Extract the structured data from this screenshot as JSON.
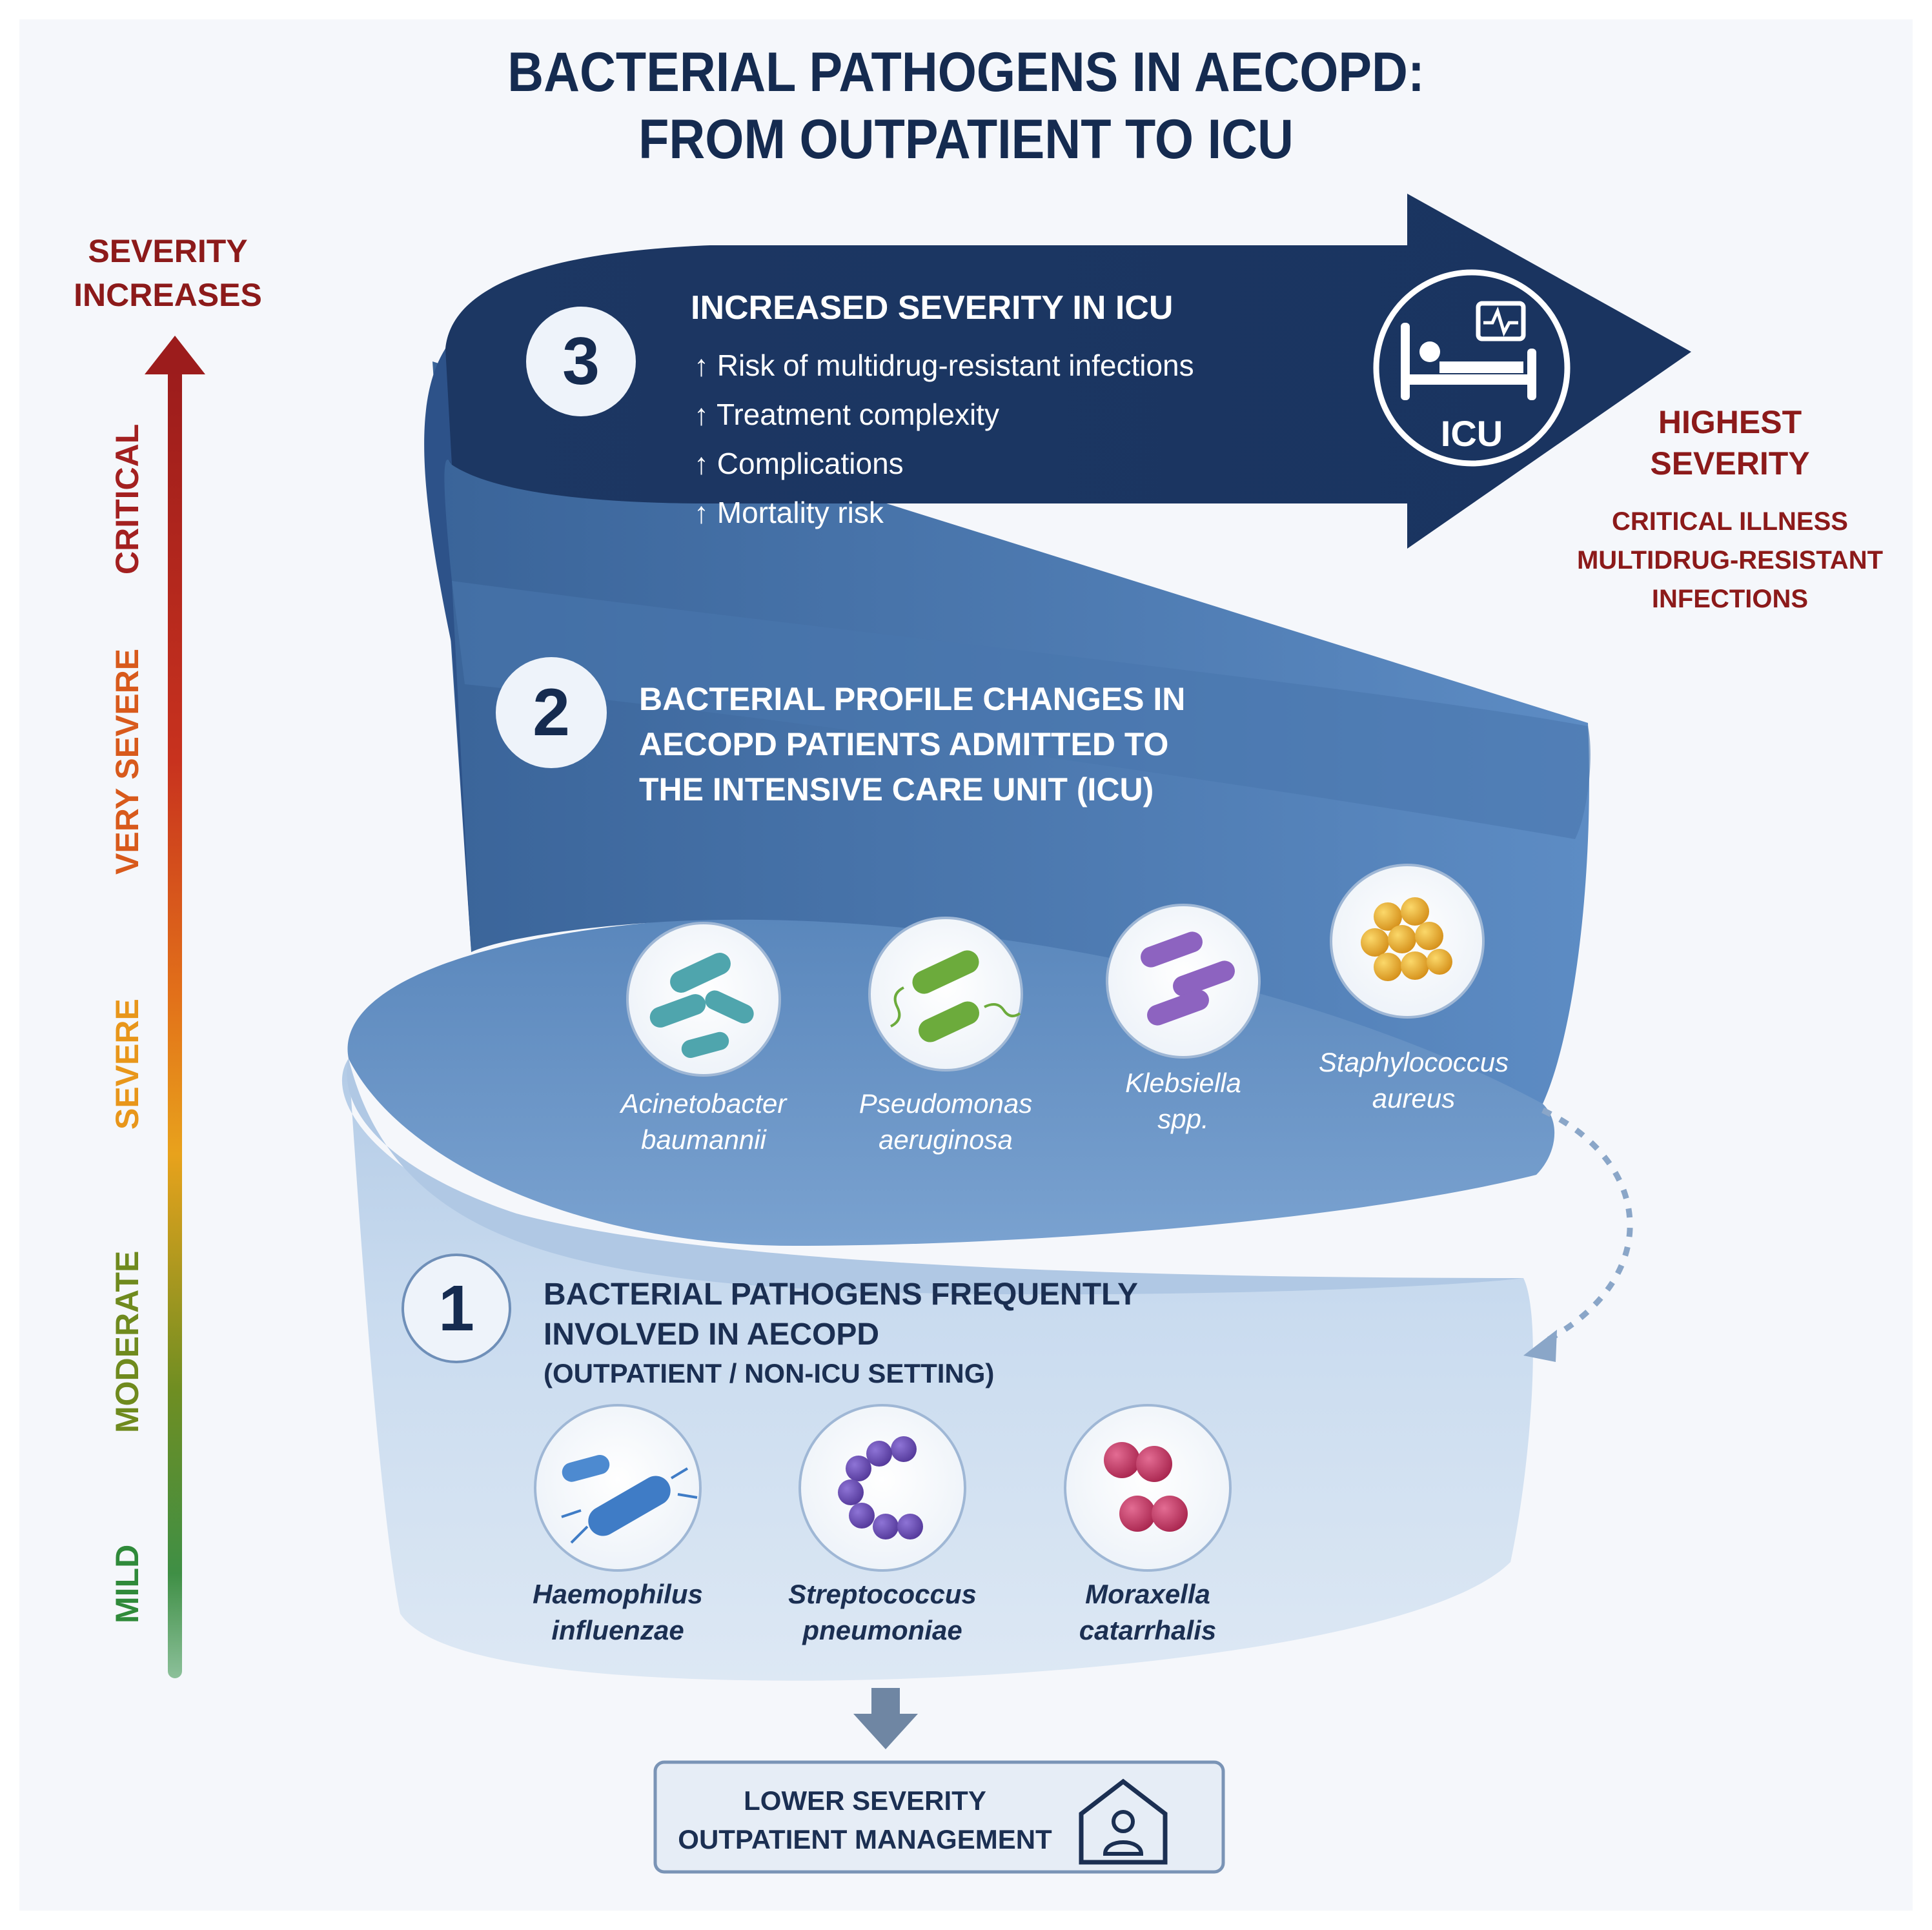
{
  "title": {
    "line1": "BACTERIAL PATHOGENS IN AECOPD:",
    "line2": "FROM OUTPATIENT TO ICU"
  },
  "severity_axis": {
    "label_line1": "SEVERITY",
    "label_line2": "INCREASES",
    "levels": [
      {
        "label": "CRITICAL",
        "color": "#a32020"
      },
      {
        "label": "VERY SEVERE",
        "color": "#d85a1c"
      },
      {
        "label": "SEVERE",
        "color": "#e8961a"
      },
      {
        "label": "MODERATE",
        "color": "#6f8a1e"
      },
      {
        "label": "MILD",
        "color": "#2f8a3a"
      }
    ]
  },
  "stage3": {
    "number": "3",
    "heading": "INCREASED SEVERITY IN ICU",
    "bullets": [
      "↑ Risk of multidrug-resistant infections",
      "↑ Treatment complexity",
      "↑ Complications",
      "↑ Mortality risk"
    ],
    "icon_label": "ICU",
    "icon": "hospital-bed-monitor-icon"
  },
  "highest": {
    "title_line1": "HIGHEST",
    "title_line2": "SEVERITY",
    "desc_line1": "CRITICAL ILLNESS",
    "desc_line2": "MULTIDRUG-RESISTANT",
    "desc_line3": "INFECTIONS"
  },
  "stage2": {
    "number": "2",
    "heading_line1": "BACTERIAL PROFILE CHANGES IN",
    "heading_line2": "AECOPD PATIENTS ADMITTED TO",
    "heading_line3": "THE INTENSIVE CARE UNIT (ICU)",
    "pathogens": [
      {
        "line1": "Acinetobacter",
        "line2": "baumannii",
        "icon": "rod-bacteria-teal-icon"
      },
      {
        "line1": "Pseudomonas",
        "line2": "aeruginosa",
        "icon": "flagellated-rod-green-icon"
      },
      {
        "line1": "Klebsiella",
        "line2": "spp.",
        "icon": "rod-bacteria-purple-icon"
      },
      {
        "line1": "Staphylococcus",
        "line2": "aureus",
        "icon": "cocci-cluster-gold-icon"
      }
    ]
  },
  "stage1": {
    "number": "1",
    "heading_line1": "BACTERIAL PATHOGENS FREQUENTLY",
    "heading_line2": "INVOLVED IN AECOPD",
    "subheading": "(OUTPATIENT / NON-ICU SETTING)",
    "pathogens": [
      {
        "line1": "Haemophilus",
        "line2": "influenzae",
        "icon": "rod-bacteria-blue-icon"
      },
      {
        "line1": "Streptococcus",
        "line2": "pneumoniae",
        "icon": "cocci-chain-purple-icon"
      },
      {
        "line1": "Moraxella",
        "line2": "catarrhalis",
        "icon": "diplococci-pink-icon"
      }
    ]
  },
  "outpatient": {
    "line1": "LOWER SEVERITY",
    "line2": "OUTPATIENT MANAGEMENT",
    "icon": "house-doctor-icon"
  },
  "colors": {
    "navy": "#1d3a6b",
    "mid_blue": "#3f6aa3",
    "light_blue": "#c5d7ec",
    "title": "#152b50",
    "danger": "#8c1a1a"
  }
}
